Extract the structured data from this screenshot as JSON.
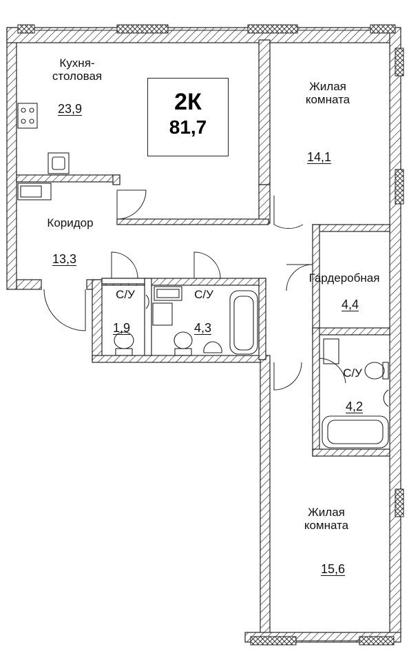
{
  "plan": {
    "apartment_type": "2К",
    "total_area": "81,7",
    "rooms": [
      {
        "id": "kitchen",
        "name": "Кухня-\nстоловая",
        "area": "23,9"
      },
      {
        "id": "living1",
        "name": "Жилая\nкомната",
        "area": "14,1"
      },
      {
        "id": "corridor",
        "name": "Коридор",
        "area": "13,3"
      },
      {
        "id": "wardrobe",
        "name": "Гардеробная",
        "area": "4,4"
      },
      {
        "id": "wc1",
        "name": "С/У",
        "area": "1,9"
      },
      {
        "id": "wc2",
        "name": "С/У",
        "area": "4,3"
      },
      {
        "id": "wc3",
        "name": "С/У",
        "area": "4,2"
      },
      {
        "id": "living2",
        "name": "Жилая\nкомната",
        "area": "15,6"
      }
    ]
  },
  "colors": {
    "wall": "#222222",
    "hatch": "#222222",
    "background": "#ffffff"
  }
}
